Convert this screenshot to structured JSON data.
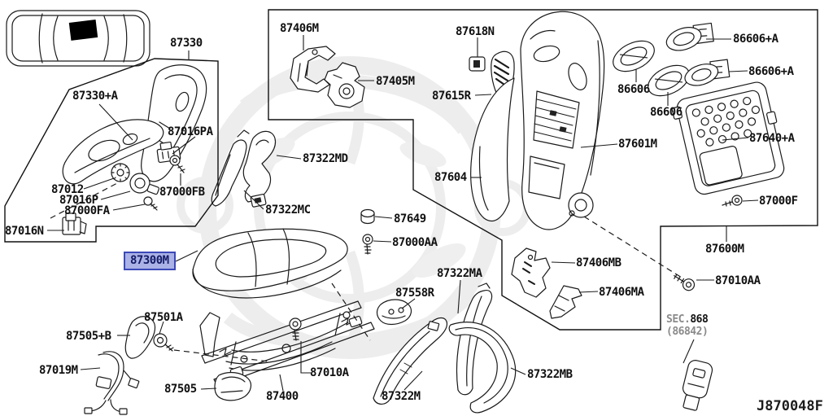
{
  "drawing_code": "J870048F",
  "selected_part": "87300M",
  "highlight_color": "#aab2e6",
  "section_ref": {
    "prefix": "SEC.",
    "number": "868",
    "sub": "(86842)"
  },
  "labels": [
    {
      "part": "87330"
    },
    {
      "part": "87330+A"
    },
    {
      "part": "87016PA"
    },
    {
      "part": "87012"
    },
    {
      "part": "87016P"
    },
    {
      "part": "87000FA"
    },
    {
      "part": "87000FB"
    },
    {
      "part": "87016N"
    },
    {
      "part": "87300M"
    },
    {
      "part": "87406M"
    },
    {
      "part": "87405M"
    },
    {
      "part": "87618N"
    },
    {
      "part": "87615R"
    },
    {
      "part": "87322MD"
    },
    {
      "part": "87322MC"
    },
    {
      "part": "87649"
    },
    {
      "part": "87000AA"
    },
    {
      "part": "87604"
    },
    {
      "part": "87601M"
    },
    {
      "part": "86606+A"
    },
    {
      "part": "86606+A"
    },
    {
      "part": "86606"
    },
    {
      "part": "86606"
    },
    {
      "part": "87640+A"
    },
    {
      "part": "87000F"
    },
    {
      "part": "87600M"
    },
    {
      "part": "87010AA"
    },
    {
      "part": "87406MB"
    },
    {
      "part": "87406MA"
    },
    {
      "part": "87322MA"
    },
    {
      "part": "87558R"
    },
    {
      "part": "87501A"
    },
    {
      "part": "87505+B"
    },
    {
      "part": "87019M"
    },
    {
      "part": "87505"
    },
    {
      "part": "87400"
    },
    {
      "part": "87010A"
    },
    {
      "part": "87322M"
    },
    {
      "part": "87322MB"
    }
  ]
}
